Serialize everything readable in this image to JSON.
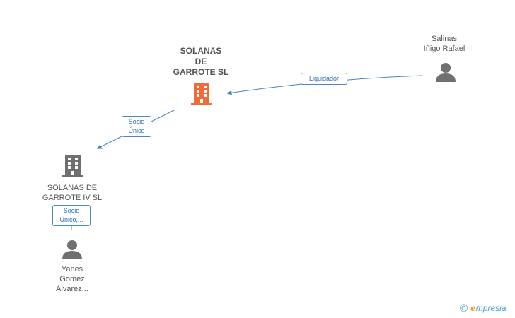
{
  "nodes": {
    "main_company": {
      "lines": [
        "SOLANAS",
        "DE",
        "GARROTE SL"
      ],
      "color": "#f26a36"
    },
    "sub_company": {
      "lines": [
        "SOLANAS DE",
        "GARROTE IV SL"
      ],
      "color": "#707070"
    },
    "person_salinas": {
      "lines": [
        "Salinas",
        "Iñigo Rafael"
      ],
      "color": "#707070"
    },
    "person_yanes": {
      "lines": [
        "Yanes",
        "Gomez",
        "Alvarez..."
      ],
      "color": "#707070"
    }
  },
  "edges": {
    "liquidador": {
      "lines": [
        "Liquidador"
      ]
    },
    "socio_unico": {
      "lines": [
        "Socio",
        "Único"
      ]
    },
    "socio_unico_2": {
      "lines": [
        "Socio",
        "Único,..."
      ]
    }
  },
  "colors": {
    "edge": "#4a86c8",
    "edge_text": "#2f6db3"
  },
  "brand": {
    "copyright": "©",
    "e": "e",
    "rest": "mpresia"
  },
  "icons": {
    "company": "building-icon",
    "person": "person-icon"
  }
}
